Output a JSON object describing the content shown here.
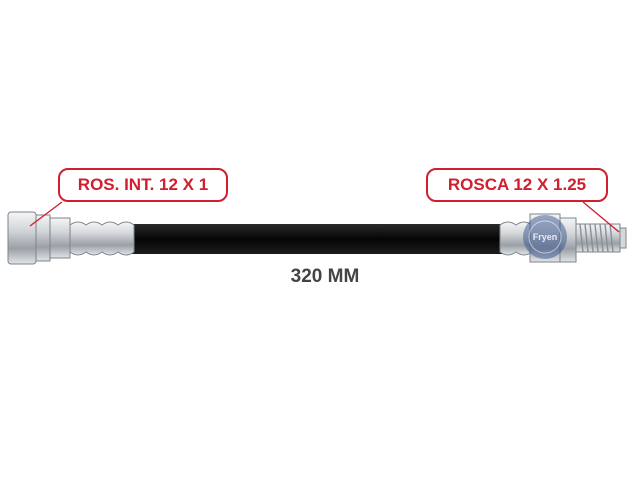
{
  "diagram": {
    "left_fitting_label": "ROS. INT. 12 X 1",
    "right_fitting_label": "ROSCA 12 X 1.25",
    "length_label": "320 MM",
    "watermark_text": "Fryen"
  },
  "colors": {
    "callout": "#d01f2e",
    "hose": "#0e0e0e",
    "metal": "#c8ccd0",
    "metal_dark": "#7d848b",
    "text": "#444444",
    "watermark": "#1c3a7a"
  }
}
